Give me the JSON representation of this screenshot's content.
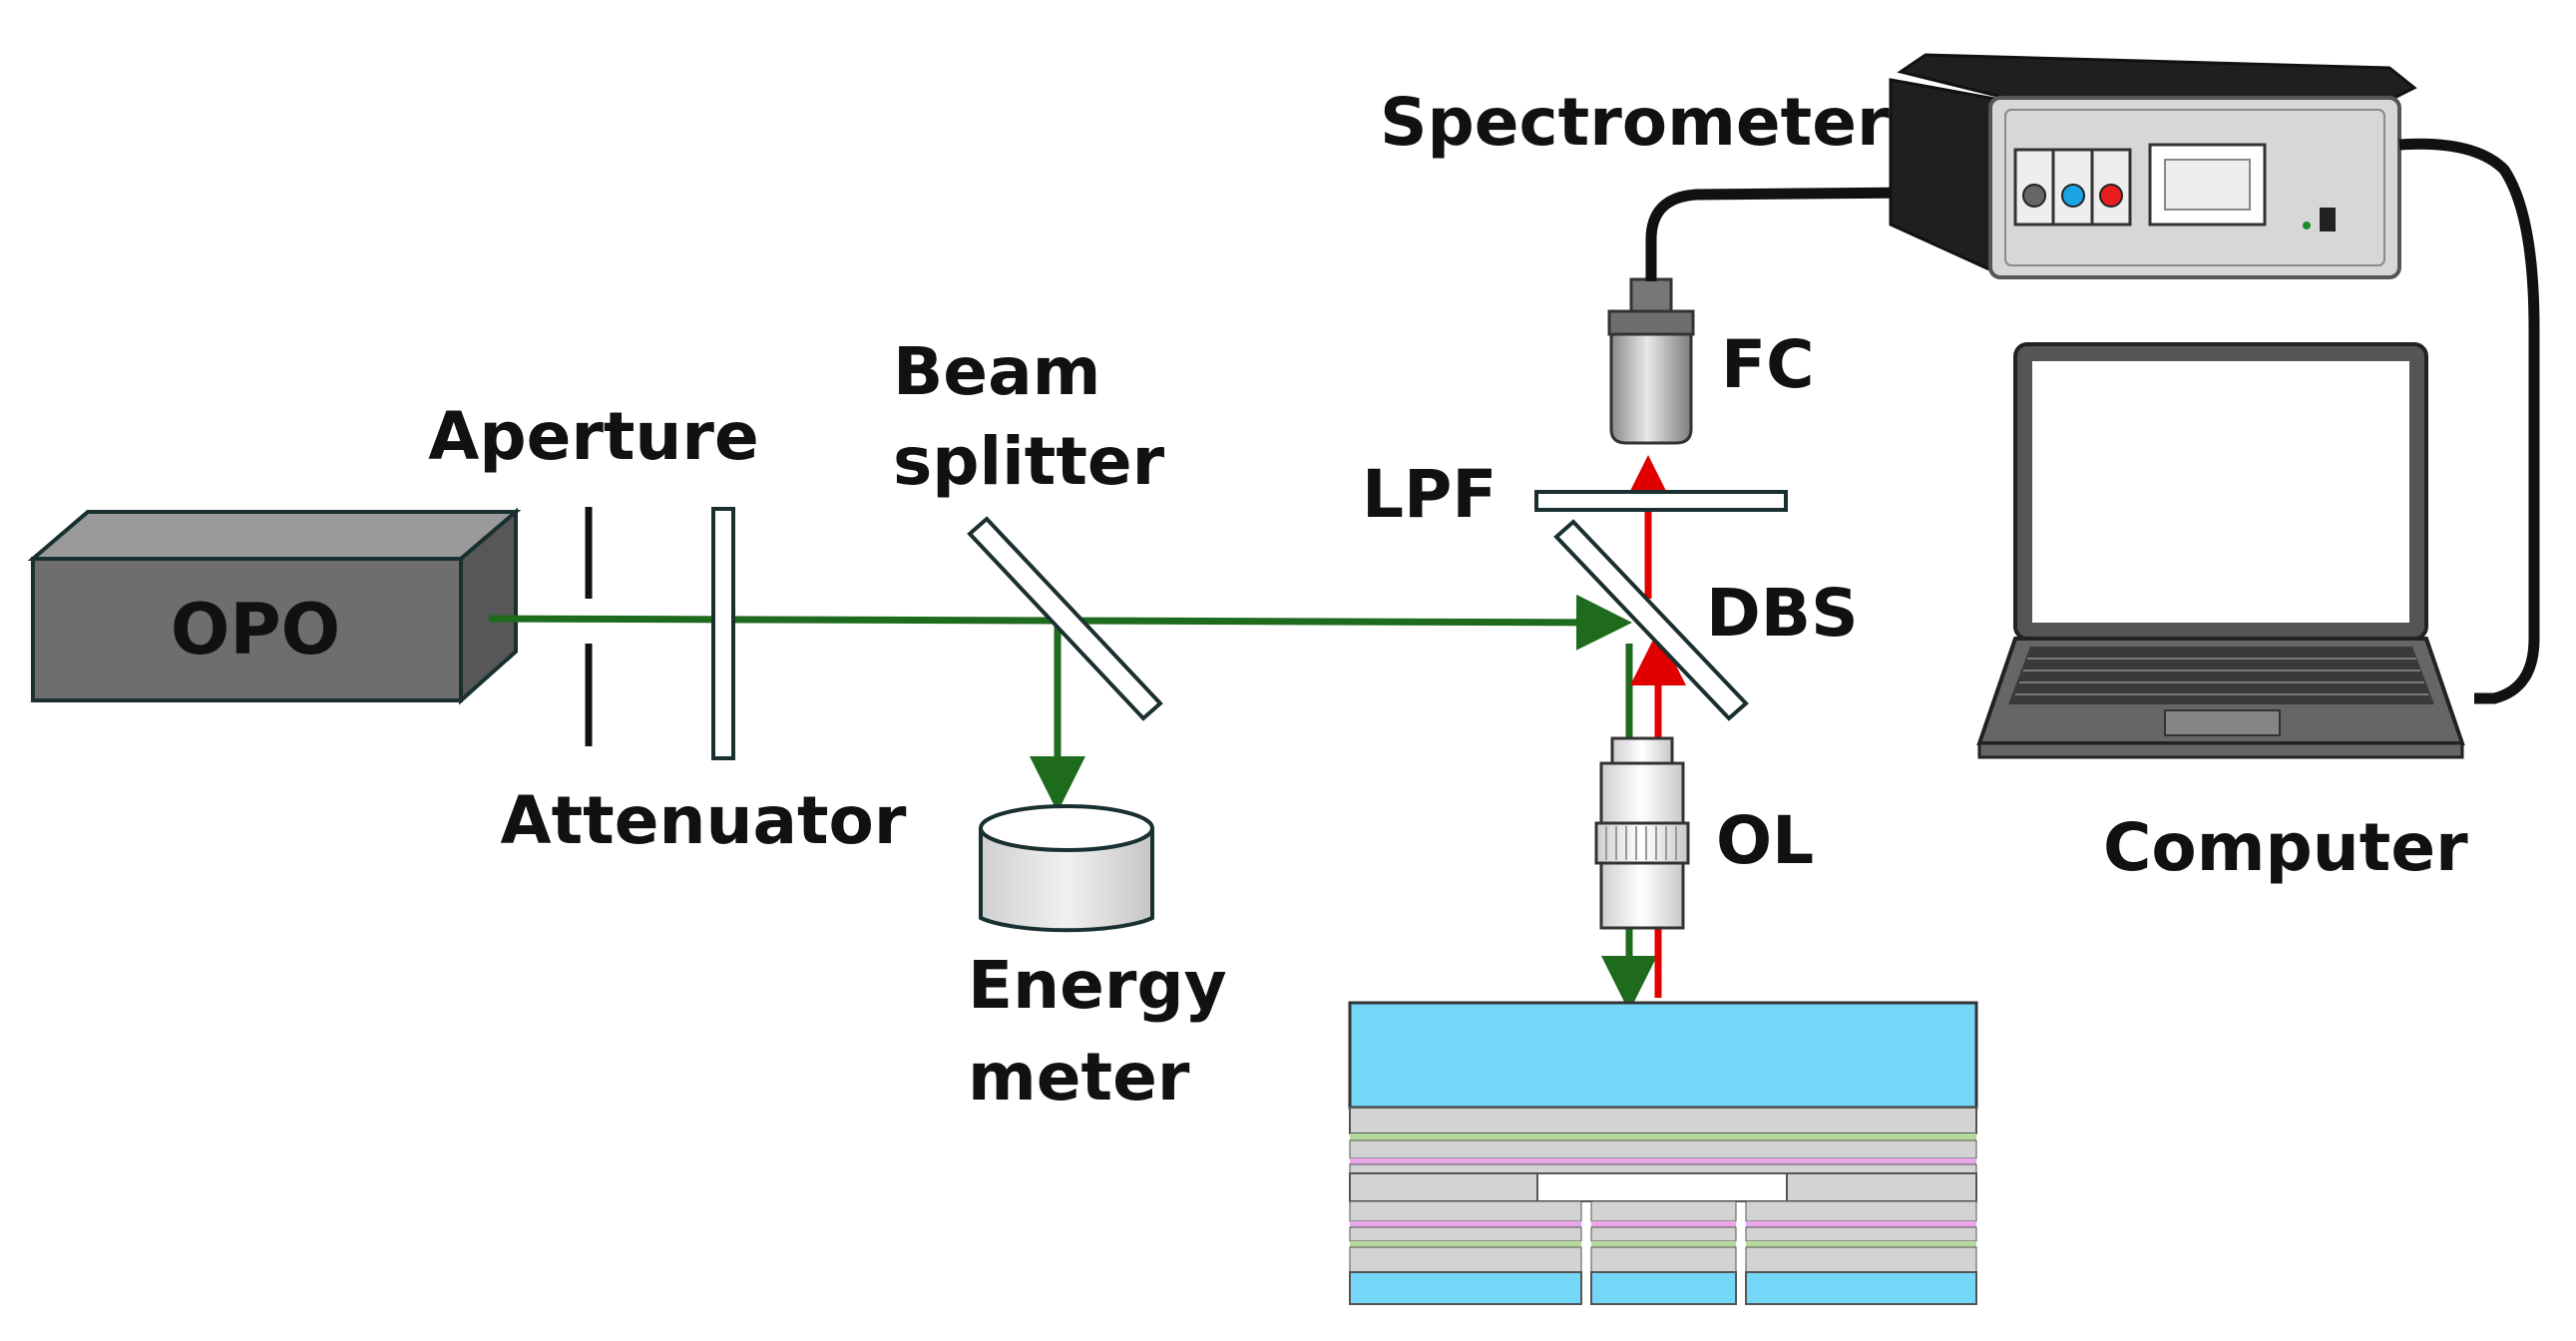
{
  "labels": {
    "opo": "OPO",
    "aperture": "Aperture",
    "attenuator": "Attenuator",
    "beam_splitter_line1": "Beam",
    "beam_splitter_line2": "splitter",
    "energy_meter_line1": "Energy",
    "energy_meter_line2": "meter",
    "lpf": "LPF",
    "dbs": "DBS",
    "fc": "FC",
    "ol": "OL",
    "spectrometer": "Spectrometer",
    "computer": "Computer"
  },
  "colors": {
    "excitation_beam": "#1e6b1e",
    "emission_beam": "#e00000",
    "opo_body": "#6e6e6e",
    "opo_top": "#9a9a9a",
    "opo_side": "#575757",
    "sample_top_layer": "#74d7f7",
    "sample_gray_layer": "#d3d3d3",
    "sample_green_stripe": "#b5d99c",
    "sample_pink_stripe": "#e9a6e9",
    "spectrometer_body": "#1f1f1f",
    "spectrometer_panel": "#d7d7d7",
    "knob_gray": "#666666",
    "knob_blue": "#1ba4e3",
    "knob_red": "#e81d1d",
    "laptop_body": "#666666"
  },
  "icons": {
    "opo": "opo-laser-box",
    "aperture": "aperture-slit",
    "attenuator": "attenuator-plate",
    "beam_splitter": "beam-splitter-plate",
    "energy_meter": "energy-meter-cylinder",
    "lpf": "long-pass-filter-plate",
    "dbs": "dichroic-beam-splitter-plate",
    "fc": "fiber-coupler",
    "ol": "objective-lens",
    "spectrometer": "spectrometer-device",
    "computer": "laptop-computer",
    "sample": "layered-sample-chip"
  }
}
